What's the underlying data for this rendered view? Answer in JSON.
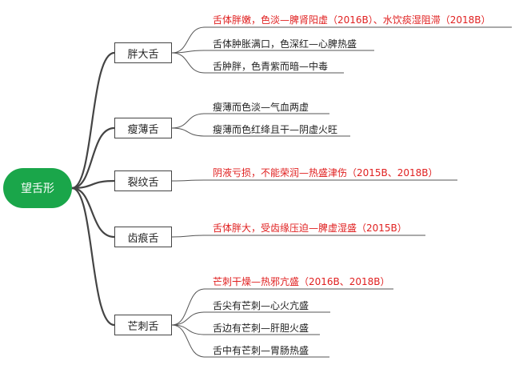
{
  "root": {
    "label": "望舌形"
  },
  "branches": [
    {
      "label": "胖大舌",
      "items": [
        {
          "text": "舌体胖嫩，色淡—脾肾阳虚（2016B）、水饮痰湿阻滞（2018B）",
          "color": "#e02020"
        },
        {
          "text": "舌体肿胀满口，色深红—心脾热盛",
          "color": "#222222"
        },
        {
          "text": "舌肿胖，色青紫而暗—中毒",
          "color": "#222222"
        }
      ]
    },
    {
      "label": "瘦薄舌",
      "items": [
        {
          "text": "瘦薄而色淡—气血两虚",
          "color": "#222222"
        },
        {
          "text": "瘦薄而色红绛且干—阴虚火旺",
          "color": "#222222"
        }
      ]
    },
    {
      "label": "裂纹舌",
      "items": [
        {
          "text": "阴液亏损，不能荣润—热盛津伤（2015B、2018B）",
          "color": "#e02020"
        }
      ]
    },
    {
      "label": "齿痕舌",
      "items": [
        {
          "text": "舌体胖大，受齿缘压迫—脾虚湿盛（2015B）",
          "color": "#e02020"
        }
      ]
    },
    {
      "label": "芒刺舌",
      "items": [
        {
          "text": "芒刺干燥—热邪亢盛（2016B、2018B）",
          "color": "#e02020"
        },
        {
          "text": "舌尖有芒刺—心火亢盛",
          "color": "#222222"
        },
        {
          "text": "舌边有芒刺—肝胆火盛",
          "color": "#222222"
        },
        {
          "text": "舌中有芒刺—胃肠热盛",
          "color": "#222222"
        }
      ]
    }
  ]
}
